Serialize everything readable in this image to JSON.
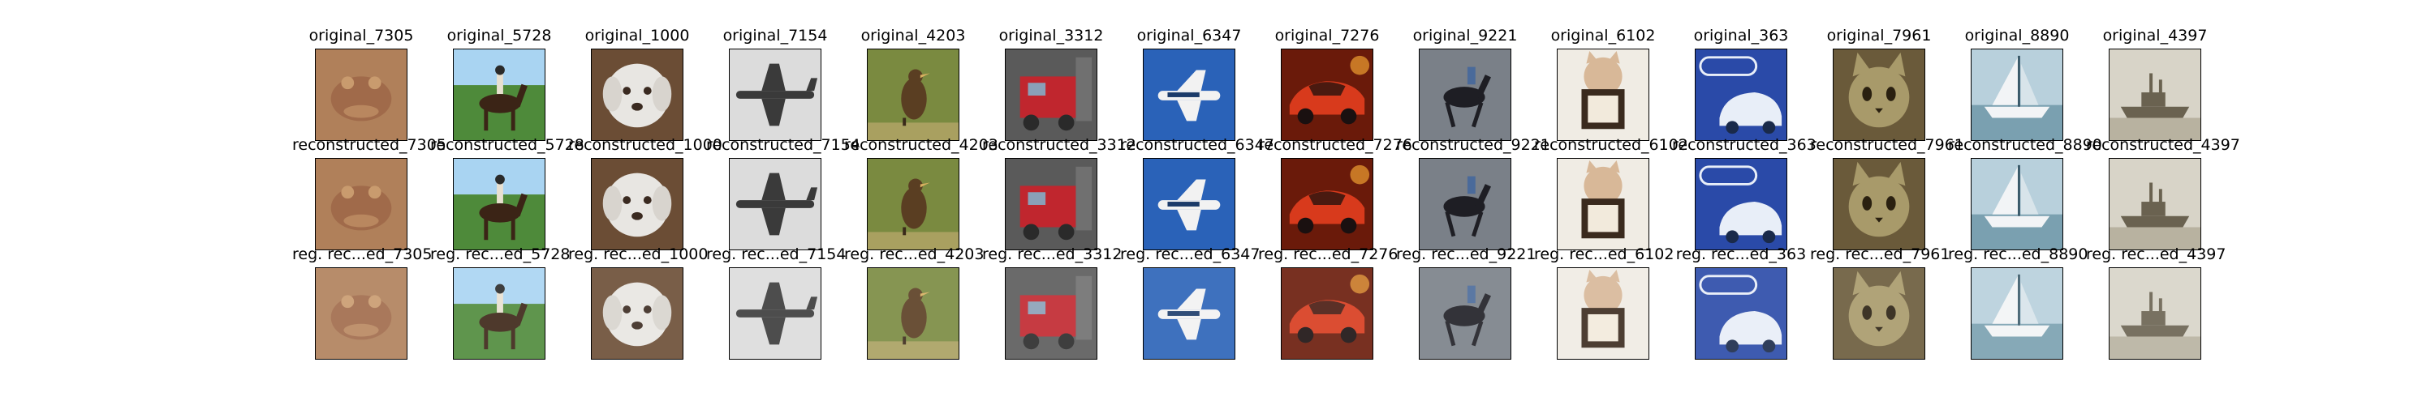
{
  "rows": [
    {
      "row": "original",
      "labels": [
        "original_7305",
        "original_5728",
        "original_1000",
        "original_7154",
        "original_4203",
        "original_3312",
        "original_6347",
        "original_7276",
        "original_9221",
        "original_6102",
        "original_363",
        "original_7961",
        "original_8890",
        "original_4397"
      ]
    },
    {
      "row": "reconstructed",
      "labels": [
        "reconstructed_7305",
        "reconstructed_5728",
        "reconstructed_1000",
        "reconstructed_7154",
        "reconstructed_4203",
        "reconstructed_3312",
        "reconstructed_6347",
        "reconstructed_7276",
        "reconstructed_9221",
        "reconstructed_6102",
        "reconstructed_363",
        "reconstructed_7961",
        "reconstructed_8890",
        "reconstructed_4397"
      ]
    },
    {
      "row": "regularized-reconstructed",
      "labels": [
        "reg. rec...ed_7305",
        "reg. rec...ed_5728",
        "reg. rec...ed_1000",
        "reg. rec...ed_7154",
        "reg. rec...ed_4203",
        "reg. rec...ed_3312",
        "reg. rec...ed_6347",
        "reg. rec...ed_7276",
        "reg. rec...ed_9221",
        "reg. rec...ed_6102",
        "reg. rec...ed_363",
        "reg. rec...ed_7961",
        "reg. rec...ed_8890",
        "reg. rec...ed_4397"
      ]
    }
  ],
  "images": [
    {
      "id": "7305",
      "subject": "frog",
      "icon": "frog-icon",
      "colors": {
        "bg": "#b0805a",
        "fg": "#a06a4a",
        "accent": "#c99b6e"
      }
    },
    {
      "id": "5728",
      "subject": "horse-with-rider",
      "icon": "horse-icon",
      "colors": {
        "bg": "#4e8a3a",
        "fg": "#3b2416",
        "accent": "#a9d4f2"
      }
    },
    {
      "id": "1000",
      "subject": "white-dog",
      "icon": "dog-icon",
      "colors": {
        "bg": "#6b4d35",
        "fg": "#e8e6e2",
        "accent": "#3a2a20"
      }
    },
    {
      "id": "7154",
      "subject": "airplane",
      "icon": "airplane-icon",
      "colors": {
        "bg": "#dcdcdc",
        "fg": "#3a3a3a",
        "accent": "#a0a0a0"
      }
    },
    {
      "id": "4203",
      "subject": "bird",
      "icon": "bird-icon",
      "colors": {
        "bg": "#7a8a40",
        "fg": "#5a3e22",
        "accent": "#a9a060"
      }
    },
    {
      "id": "3312",
      "subject": "red-truck",
      "icon": "truck-icon",
      "colors": {
        "bg": "#5a5a5a",
        "fg": "#c0262e",
        "accent": "#2a2a2a"
      }
    },
    {
      "id": "6347",
      "subject": "airplane-on-blue",
      "icon": "airplane-icon",
      "colors": {
        "bg": "#2a62b8",
        "fg": "#f2f2f2",
        "accent": "#1a3a6a"
      }
    },
    {
      "id": "7276",
      "subject": "red-car",
      "icon": "car-icon",
      "colors": {
        "bg": "#6a1a0a",
        "fg": "#d83a1c",
        "accent": "#f0a030"
      }
    },
    {
      "id": "9221",
      "subject": "horse-running",
      "icon": "horse-icon",
      "colors": {
        "bg": "#7a8088",
        "fg": "#1e1e24",
        "accent": "#a8b0b8"
      }
    },
    {
      "id": "6102",
      "subject": "cat-with-sign",
      "icon": "cat-icon",
      "colors": {
        "bg": "#d8b898",
        "fg": "#3a2a1e",
        "accent": "#f2eadc"
      }
    },
    {
      "id": "363",
      "subject": "car-on-blue-sign",
      "icon": "car-icon",
      "colors": {
        "bg": "#2a4aa8",
        "fg": "#e8eef8",
        "accent": "#8aa0d8"
      }
    },
    {
      "id": "7961",
      "subject": "cat-face",
      "icon": "cat-icon",
      "colors": {
        "bg": "#6a5a3a",
        "fg": "#2a2010",
        "accent": "#a89a6a"
      }
    },
    {
      "id": "8890",
      "subject": "sailboat",
      "icon": "ship-icon",
      "colors": {
        "bg": "#7aa0b0",
        "fg": "#f2f4f6",
        "accent": "#3a5a6a"
      }
    },
    {
      "id": "4397",
      "subject": "ship",
      "icon": "ship-icon",
      "colors": {
        "bg": "#d8d4c8",
        "fg": "#6a6250",
        "accent": "#b8b2a0"
      }
    }
  ]
}
